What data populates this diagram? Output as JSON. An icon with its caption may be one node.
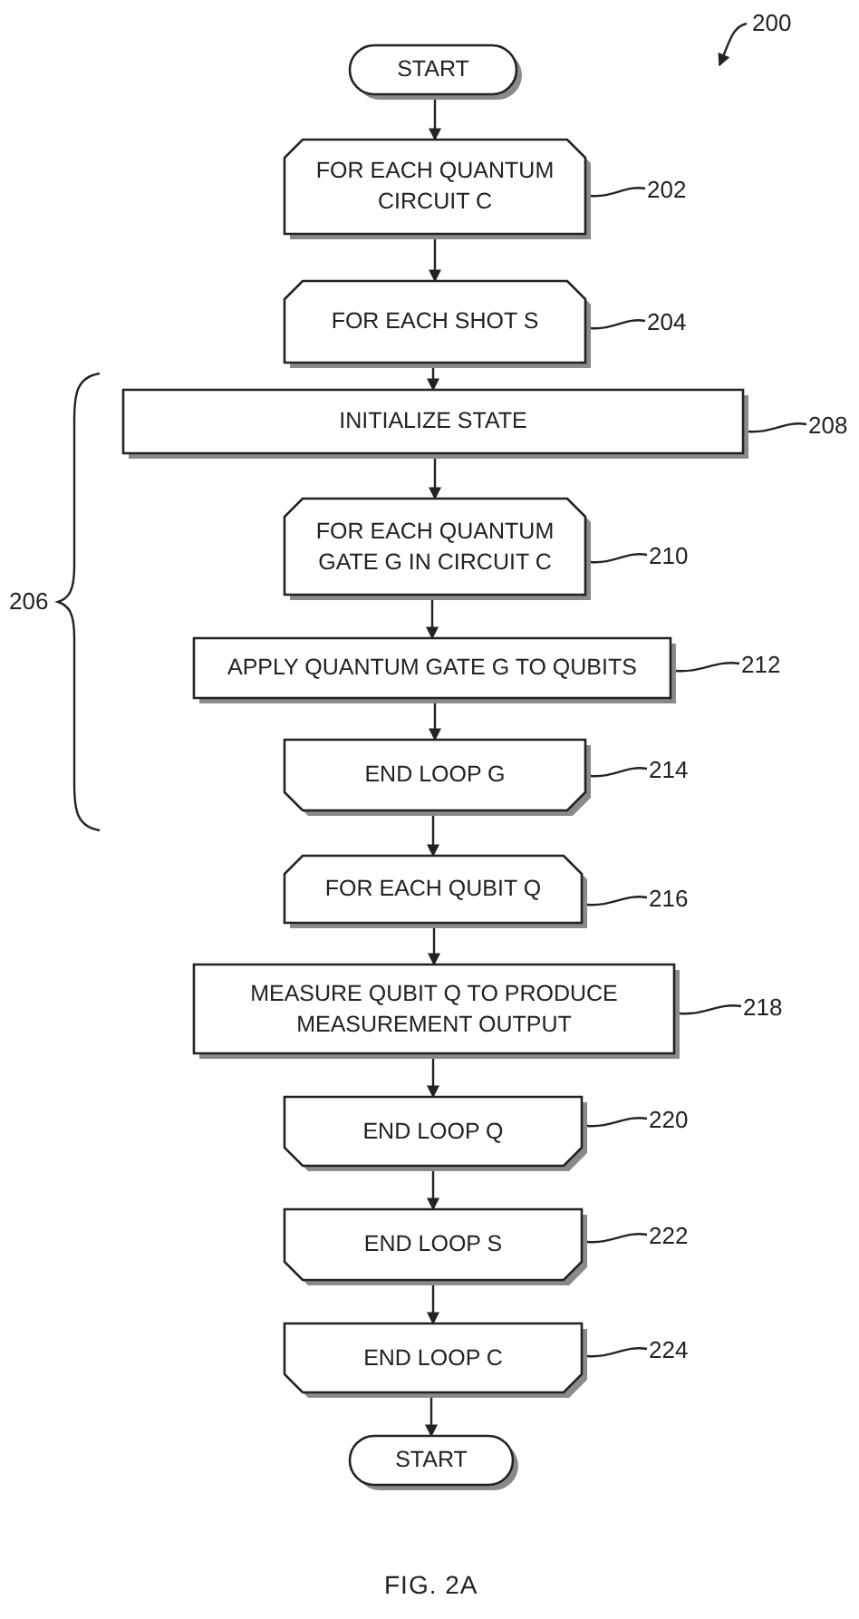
{
  "diagram": {
    "caption": "FIG. 2A",
    "nodes": [
      {
        "text": [
          "START"
        ]
      },
      {
        "text": [
          "FOR EACH QUANTUM CIRCUIT C"
        ]
      },
      {
        "text": [
          "FOR EACH SHOT S"
        ]
      },
      {
        "text": [
          "INITIALIZE STATE"
        ]
      },
      {
        "text": [
          "FOR EACH QUANTUM GATE G IN CIRCUIT C"
        ]
      },
      {
        "text": [
          "APPLY QUANTUM GATE G TO QUBITS"
        ]
      },
      {
        "text": [
          "END LOOP G"
        ]
      },
      {
        "text": [
          "FOR EACH QUBIT Q"
        ]
      },
      {
        "text": [
          "MEASURE QUBIT Q TO PRODUCE MEASUREMENT OUTPUT"
        ]
      },
      {
        "text": [
          "END LOOP Q"
        ]
      },
      {
        "text": [
          "END LOOP S"
        ]
      },
      {
        "text": [
          "END LOOP C"
        ]
      },
      {
        "text": [
          "START"
        ]
      },
      {
        "text": [
          "200"
        ]
      },
      {
        "text": [
          "202"
        ]
      },
      {
        "text": [
          "204"
        ]
      },
      {
        "text": [
          "208"
        ]
      },
      {
        "text": [
          "210"
        ]
      },
      {
        "text": [
          "212"
        ]
      },
      {
        "text": [
          "214"
        ]
      },
      {
        "text": [
          "216"
        ]
      },
      {
        "text": [
          "218"
        ]
      },
      {
        "text": [
          "220"
        ]
      },
      {
        "text": [
          "222"
        ]
      },
      {
        "text": [
          "224"
        ]
      }
    ],
    "edges": [
      {
        "from": 0,
        "to": 1,
        "arrow": "to"
      },
      {
        "from": 1,
        "to": 2,
        "arrow": "to"
      },
      {
        "from": 2,
        "to": 3,
        "arrow": "to"
      },
      {
        "from": 3,
        "to": 4,
        "arrow": "to"
      },
      {
        "from": 4,
        "to": 5,
        "arrow": "to"
      },
      {
        "from": 5,
        "to": 6,
        "arrow": "to"
      },
      {
        "from": 6,
        "to": 7,
        "arrow": "to"
      },
      {
        "from": 7,
        "to": 8,
        "arrow": "to"
      },
      {
        "from": 8,
        "to": 9,
        "arrow": "to"
      },
      {
        "from": 9,
        "to": 10,
        "arrow": "to"
      },
      {
        "from": 10,
        "to": 11,
        "arrow": "to"
      },
      {
        "from": 11,
        "to": 12,
        "arrow": "to"
      },
      {
        "from": 13,
        "to": null,
        "arrow": "to"
      },
      {
        "from": 14,
        "to": 1,
        "arrow": "none"
      },
      {
        "from": 15,
        "to": 2,
        "arrow": "none"
      },
      {
        "from": 16,
        "to": 3,
        "arrow": "none"
      },
      {
        "from": 17,
        "to": 4,
        "arrow": "none"
      },
      {
        "from": 18,
        "to": 5,
        "arrow": "none"
      },
      {
        "from": 19,
        "to": 6,
        "arrow": "none"
      },
      {
        "from": 20,
        "to": 7,
        "arrow": "none"
      },
      {
        "from": 21,
        "to": 8,
        "arrow": "none"
      },
      {
        "from": 22,
        "to": 9,
        "arrow": "none"
      },
      {
        "from": 23,
        "to": 10,
        "arrow": "none"
      },
      {
        "from": 24,
        "to": 11,
        "arrow": "none"
      }
    ],
    "labels": [
      "206"
    ]
  }
}
